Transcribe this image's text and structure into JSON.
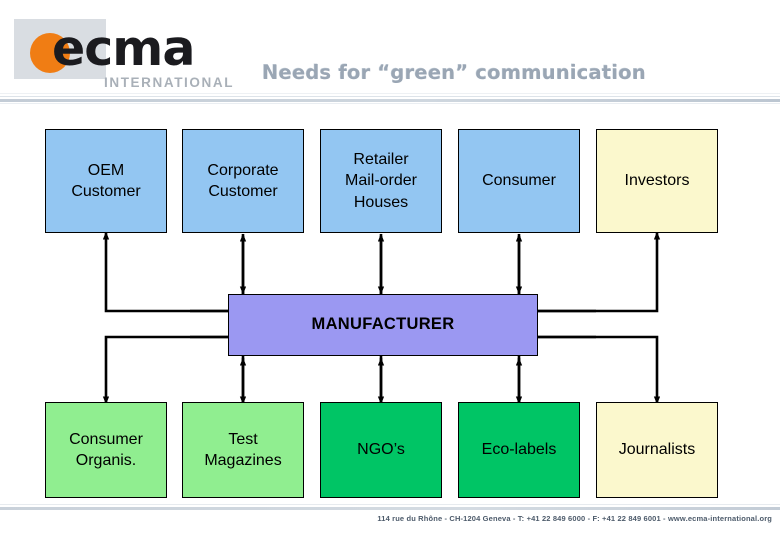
{
  "slide": {
    "title": "Needs for “green” communication",
    "background": "#ffffff"
  },
  "logo": {
    "wordmark": "ecma",
    "subtitle": "INTERNATIONAL",
    "dot_color": "#f07d14",
    "block_color": "#d9dde2",
    "wordmark_color": "#1b1b1f",
    "subtitle_color": "#a9b0b8"
  },
  "footer": {
    "text": "114 rue du Rhône - CH-1204 Geneva - T: +41 22 849 6000 - F: +41 22 849 6001 - www.ecma-international.org"
  },
  "colors": {
    "blue": "#93c6f2",
    "cream": "#fbf8cd",
    "purple": "#9b98f2",
    "light_green": "#90ee90",
    "green": "#00c565",
    "border": "#000000",
    "title": "#9aa6b4"
  },
  "diagram": {
    "center": {
      "label": "MANUFACTURER",
      "fill": "#9b98f2"
    },
    "top_row": [
      {
        "label": "OEM\nCustomer",
        "fill": "#93c6f2",
        "arrow": "l-shape-left-up"
      },
      {
        "label": "Corporate\nCustomer",
        "fill": "#93c6f2",
        "arrow": "double-vertical"
      },
      {
        "label": "Retailer\nMail-order\nHouses",
        "fill": "#93c6f2",
        "arrow": "double-vertical"
      },
      {
        "label": "Consumer",
        "fill": "#93c6f2",
        "arrow": "double-vertical"
      },
      {
        "label": "Investors",
        "fill": "#fbf8cd",
        "arrow": "l-shape-right-up"
      }
    ],
    "bottom_row": [
      {
        "label": "Consumer\nOrganis.",
        "fill": "#90ee90",
        "arrow": "l-shape-left-down"
      },
      {
        "label": "Test\nMagazines",
        "fill": "#90ee90",
        "arrow": "double-vertical"
      },
      {
        "label": "NGO’s",
        "fill": "#00c565",
        "arrow": "double-vertical"
      },
      {
        "label": "Eco-labels",
        "fill": "#00c565",
        "arrow": "double-vertical"
      },
      {
        "label": "Journalists",
        "fill": "#fbf8cd",
        "arrow": "l-shape-right-down"
      }
    ]
  }
}
